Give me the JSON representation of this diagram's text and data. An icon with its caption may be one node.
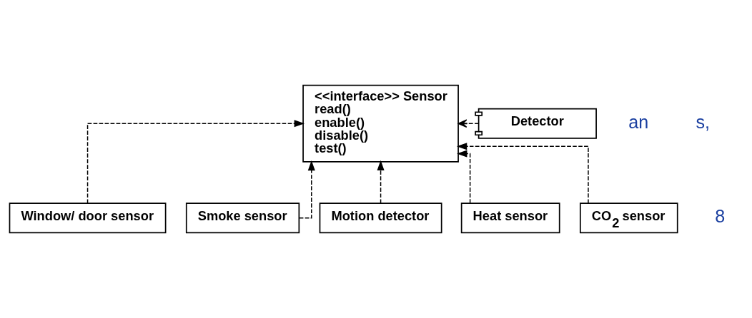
{
  "diagram": {
    "nodes": [
      {
        "text": [
          "<<interface>> Sensor",
          "read()",
          "enable()",
          "disable()",
          "test()"
        ]
      },
      {
        "text": [
          "Detector"
        ]
      },
      {
        "text": [
          "Window/ door sensor"
        ]
      },
      {
        "text": [
          "Smoke sensor"
        ]
      },
      {
        "text": [
          "Motion detector"
        ]
      },
      {
        "text": [
          "Heat sensor"
        ]
      },
      {
        "text": [
          "CO$_{2}$ sensor"
        ]
      }
    ],
    "edges": [
      {
        "from": 1,
        "to": 0,
        "arrow": "to",
        "style": "dashed"
      },
      {
        "from": 2,
        "to": 0,
        "arrow": "to",
        "style": "dashed"
      },
      {
        "from": 3,
        "to": 0,
        "arrow": "to",
        "style": "dashed"
      },
      {
        "from": 4,
        "to": 0,
        "arrow": "to",
        "style": "dashed"
      },
      {
        "from": 5,
        "to": 0,
        "arrow": "to",
        "style": "dashed"
      },
      {
        "from": 6,
        "to": 0,
        "arrow": "to",
        "style": "dashed"
      }
    ],
    "labels": [
      "an",
      "s,",
      "8"
    ]
  }
}
